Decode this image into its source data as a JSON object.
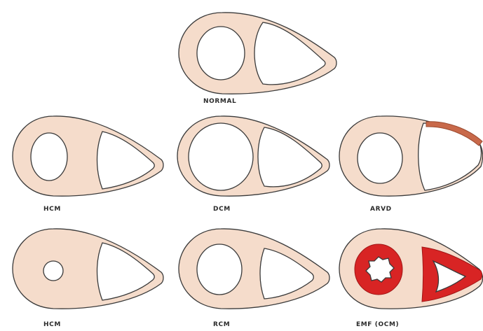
{
  "colors": {
    "myocardium": "#f5dccb",
    "outline": "#3a3a3a",
    "cavity": "#ffffff",
    "fibrosis": "#d82424",
    "fatty_replacement": "#c8694a"
  },
  "hearts": [
    {
      "id": "normal",
      "label": "NORMAL"
    },
    {
      "id": "hcm-asymmetric",
      "label": "HCM"
    },
    {
      "id": "dcm",
      "label": "DCM"
    },
    {
      "id": "arvd",
      "label": "ARVD"
    },
    {
      "id": "hcm-concentric",
      "label": "HCM"
    },
    {
      "id": "rcm",
      "label": "RCM"
    },
    {
      "id": "emf",
      "label": "EMF (OCM)"
    }
  ]
}
